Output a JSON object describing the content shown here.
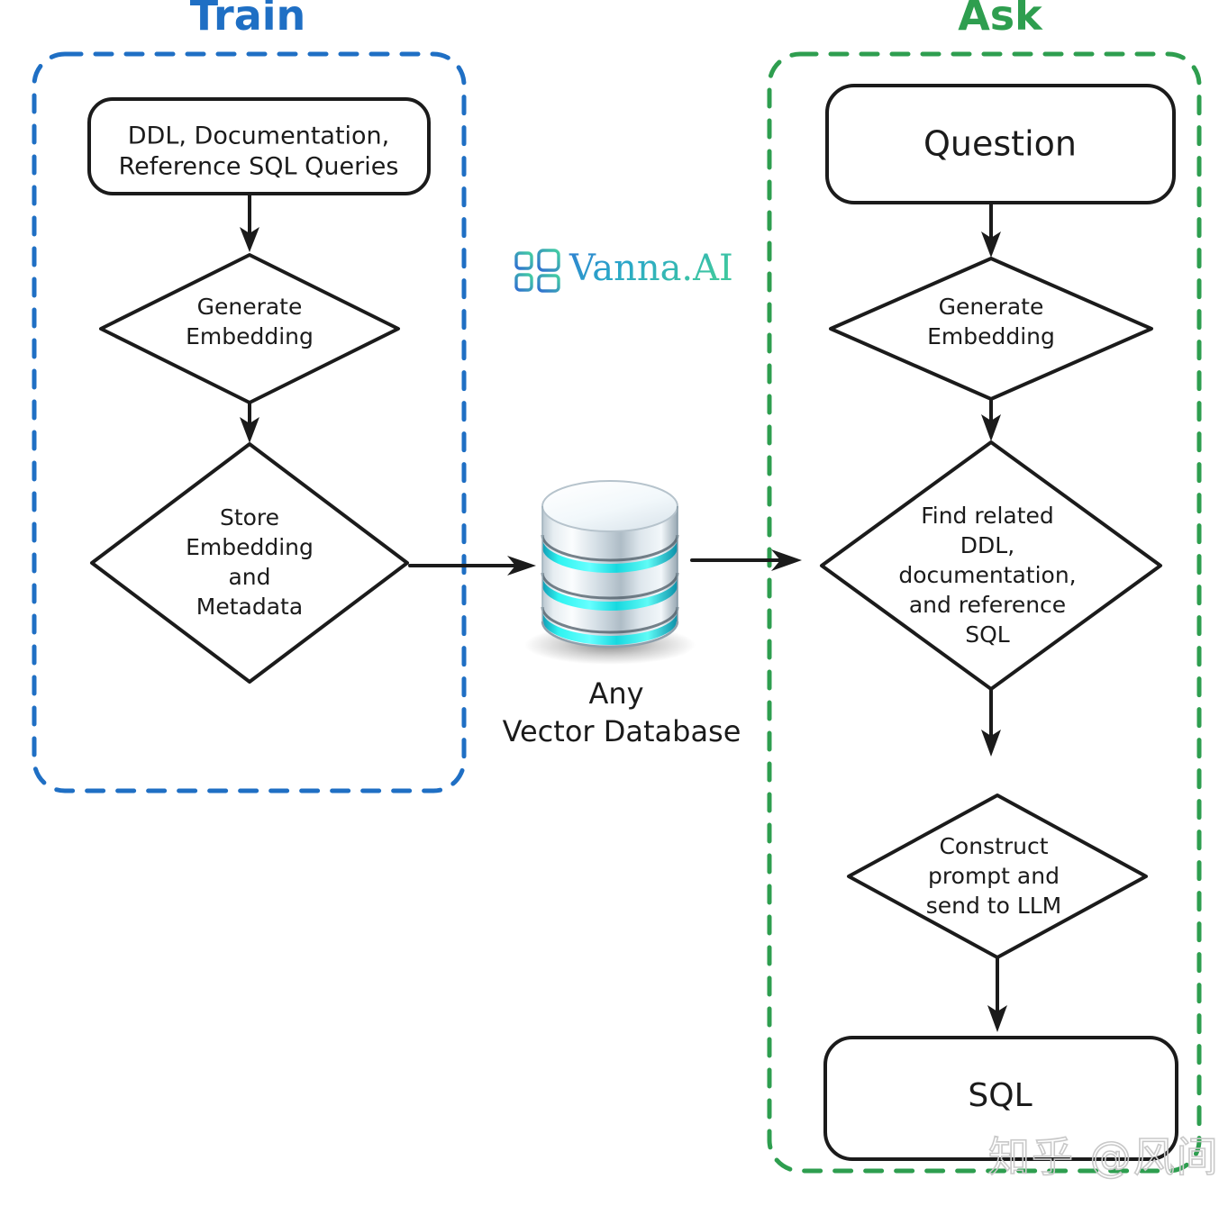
{
  "diagram": {
    "title": "Vanna.AI Train and Ask flow",
    "type": "flowchart",
    "brand": {
      "name": "Vanna.AI",
      "icon": "grid-4-squares-icon",
      "gradient_start": "#2f7fd1",
      "gradient_end": "#3fc7a8"
    },
    "groups": [
      {
        "id": "train",
        "label": "Train",
        "color": "#1f6fc4",
        "border_style": "dashed"
      },
      {
        "id": "ask",
        "label": "Ask",
        "color": "#2e9e4f",
        "border_style": "dashed"
      }
    ],
    "nodes": [
      {
        "id": "train-input",
        "group": "train",
        "shape": "rounded-rect",
        "lines": [
          "DDL, Documentation,",
          "Reference SQL Queries"
        ]
      },
      {
        "id": "train-generate-embedding",
        "group": "train",
        "shape": "diamond",
        "lines": [
          "Generate",
          "Embedding"
        ]
      },
      {
        "id": "train-store-embedding",
        "group": "train",
        "shape": "diamond",
        "lines": [
          "Store",
          "Embedding",
          "and",
          "Metadata"
        ]
      },
      {
        "id": "vector-database",
        "group": "center",
        "shape": "database-cylinder",
        "lines": [
          "Any",
          "Vector Database"
        ]
      },
      {
        "id": "ask-question",
        "group": "ask",
        "shape": "rounded-rect",
        "lines": [
          "Question"
        ]
      },
      {
        "id": "ask-generate-embedding",
        "group": "ask",
        "shape": "diamond",
        "lines": [
          "Generate",
          "Embedding"
        ]
      },
      {
        "id": "ask-find-related",
        "group": "ask",
        "shape": "diamond",
        "lines": [
          "Find related",
          "DDL,",
          "documentation,",
          "and reference",
          "SQL"
        ]
      },
      {
        "id": "ask-construct-prompt",
        "group": "ask",
        "shape": "diamond",
        "lines": [
          "Construct",
          "prompt and",
          "send to LLM"
        ]
      },
      {
        "id": "ask-sql",
        "group": "ask",
        "shape": "rounded-rect",
        "lines": [
          "SQL"
        ]
      }
    ],
    "edges": [
      {
        "from": "train-input",
        "to": "train-generate-embedding",
        "direction": "down"
      },
      {
        "from": "train-generate-embedding",
        "to": "train-store-embedding",
        "direction": "down"
      },
      {
        "from": "train-store-embedding",
        "to": "vector-database",
        "direction": "right"
      },
      {
        "from": "vector-database",
        "to": "ask-find-related",
        "direction": "right"
      },
      {
        "from": "ask-question",
        "to": "ask-generate-embedding",
        "direction": "down"
      },
      {
        "from": "ask-generate-embedding",
        "to": "ask-find-related",
        "direction": "down"
      },
      {
        "from": "ask-find-related",
        "to": "ask-construct-prompt",
        "direction": "down"
      },
      {
        "from": "ask-construct-prompt",
        "to": "ask-sql",
        "direction": "down"
      }
    ],
    "watermark": "知乎 @风间"
  },
  "text": {
    "train_label": "Train",
    "ask_label": "Ask",
    "brand_name": "Vanna.AI",
    "train_input_line1": "DDL, Documentation,",
    "train_input_line2": "Reference SQL Queries",
    "generate_line1": "Generate",
    "generate_line2": "Embedding",
    "store_line1": "Store",
    "store_line2": "Embedding",
    "store_line3": "and",
    "store_line4": "Metadata",
    "db_line1": "Any",
    "db_line2": "Vector Database",
    "question": "Question",
    "ask_generate_line1": "Generate",
    "ask_generate_line2": "Embedding",
    "find_line1": "Find related",
    "find_line2": "DDL,",
    "find_line3": "documentation,",
    "find_line4": "and reference",
    "find_line5": "SQL",
    "construct_line1": "Construct",
    "construct_line2": "prompt and",
    "construct_line3": "send to LLM",
    "sql": "SQL",
    "watermark": "知乎 @风间"
  }
}
